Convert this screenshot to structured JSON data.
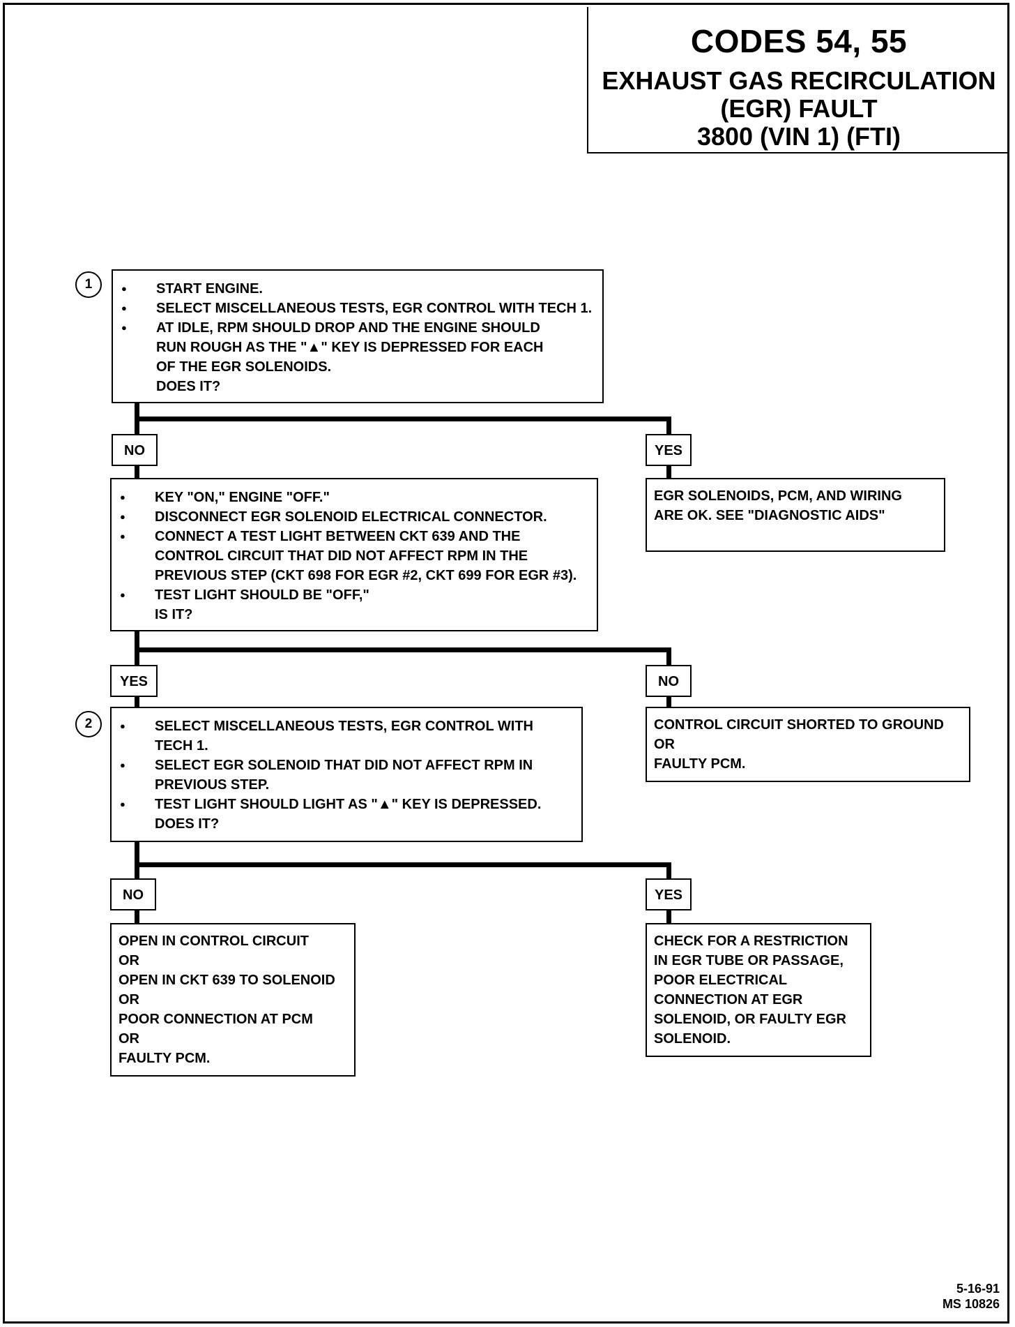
{
  "header": {
    "title": "CODES 54, 55",
    "subtitle_line1": "EXHAUST GAS RECIRCULATION",
    "subtitle_line2": "(EGR) FAULT",
    "subtitle_line3": "3800  (VIN 1)  (FTI)"
  },
  "step1": {
    "number": "1",
    "bullets": [
      "START ENGINE.",
      "SELECT MISCELLANEOUS TESTS, EGR CONTROL WITH TECH 1.",
      "AT IDLE, RPM SHOULD DROP AND THE ENGINE SHOULD RUN ROUGH AS THE \"▲\" KEY IS DEPRESSED FOR EACH OF THE EGR SOLENOIDS."
    ],
    "question": "DOES IT?"
  },
  "branch1": {
    "no_label": "NO",
    "yes_label": "YES"
  },
  "yes1_result": "EGR SOLENOIDS, PCM, AND WIRING ARE OK.  SEE \"DIAGNOSTIC AIDS\"",
  "no1_step": {
    "bullets": [
      "KEY \"ON,\" ENGINE \"OFF.\"",
      "DISCONNECT EGR SOLENOID ELECTRICAL CONNECTOR.",
      "CONNECT A TEST LIGHT BETWEEN CKT 639 AND THE CONTROL CIRCUIT THAT DID NOT AFFECT RPM IN THE PREVIOUS STEP (CKT 698 FOR EGR #2, CKT 699 FOR EGR #3).",
      "TEST LIGHT SHOULD BE \"OFF,\""
    ],
    "question": "IS IT?"
  },
  "branch2": {
    "yes_label": "YES",
    "no_label": "NO"
  },
  "no2_result": [
    "CONTROL CIRCUIT SHORTED TO GROUND",
    "OR",
    "FAULTY PCM."
  ],
  "step2": {
    "number": "2",
    "bullets": [
      "SELECT MISCELLANEOUS TESTS, EGR CONTROL WITH TECH 1.",
      "SELECT EGR SOLENOID THAT DID NOT AFFECT RPM IN PREVIOUS STEP.",
      "TEST LIGHT SHOULD LIGHT AS \"▲\" KEY IS DEPRESSED."
    ],
    "question": "DOES IT?"
  },
  "branch3": {
    "no_label": "NO",
    "yes_label": "YES"
  },
  "no3_result": [
    "OPEN IN CONTROL CIRCUIT",
    "OR",
    "OPEN IN CKT 639 TO SOLENOID",
    "OR",
    "POOR CONNECTION AT PCM",
    "OR",
    "FAULTY PCM."
  ],
  "yes3_result": [
    "CHECK FOR A RESTRICTION",
    "IN EGR TUBE OR PASSAGE,",
    "POOR ELECTRICAL",
    "CONNECTION AT EGR",
    "SOLENOID, OR FAULTY EGR",
    "SOLENOID."
  ],
  "footer": {
    "date": "5-16-91",
    "code": "MS 10826"
  }
}
